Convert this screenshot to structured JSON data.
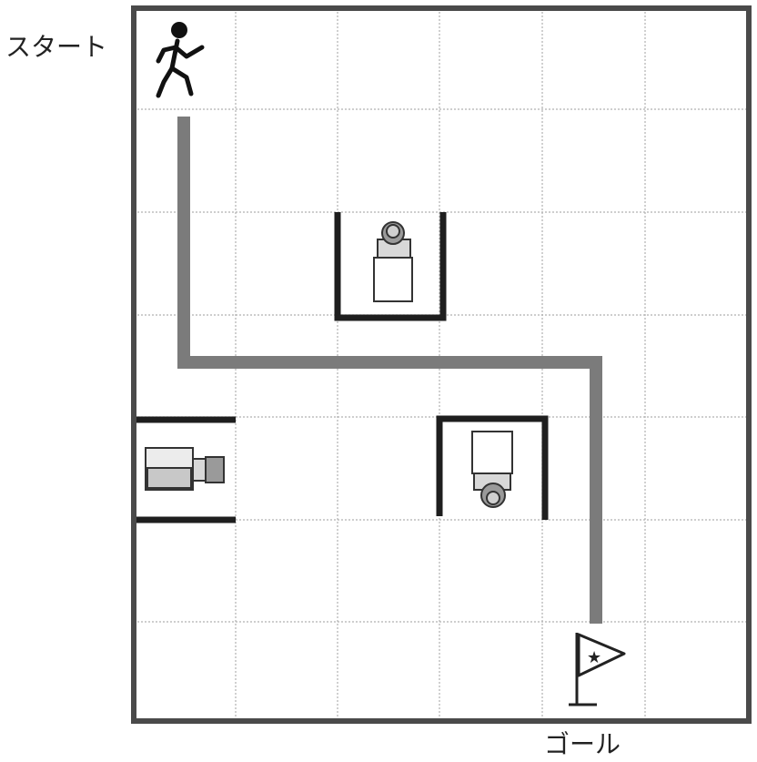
{
  "labels": {
    "start": "スタート",
    "goal": "ゴール"
  },
  "grid": {
    "columns": 6,
    "rows": 7
  },
  "colors": {
    "border": "#4a4a4a",
    "gridline": "#b0b0b0",
    "path": "#7b7b7b",
    "wall": "#1e1e1e",
    "icon": "#333333"
  },
  "icons": {
    "start": "walking-person-icon",
    "goal": "goal-flag-icon",
    "cameras": [
      "security-camera-icon",
      "security-camera-icon",
      "security-camera-icon"
    ]
  }
}
